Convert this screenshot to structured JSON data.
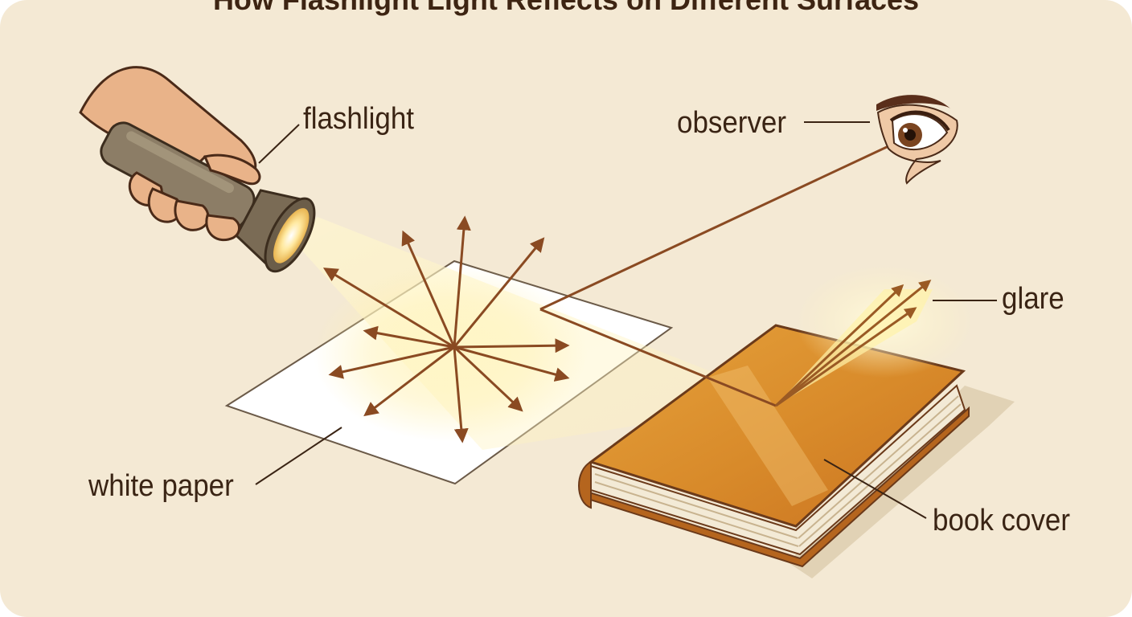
{
  "title": "How Flashlight Light Reflects on Different Surfaces",
  "labels": {
    "flashlight": "flashlight",
    "observer": "observer",
    "glare": "glare",
    "white_paper": "white paper",
    "book_cover": "book cover"
  },
  "colors": {
    "background": "#f4e9d4",
    "arrow": "#8a4a22",
    "text": "#3a2414",
    "book": "#d9902c",
    "beam": "#fff3c0"
  }
}
